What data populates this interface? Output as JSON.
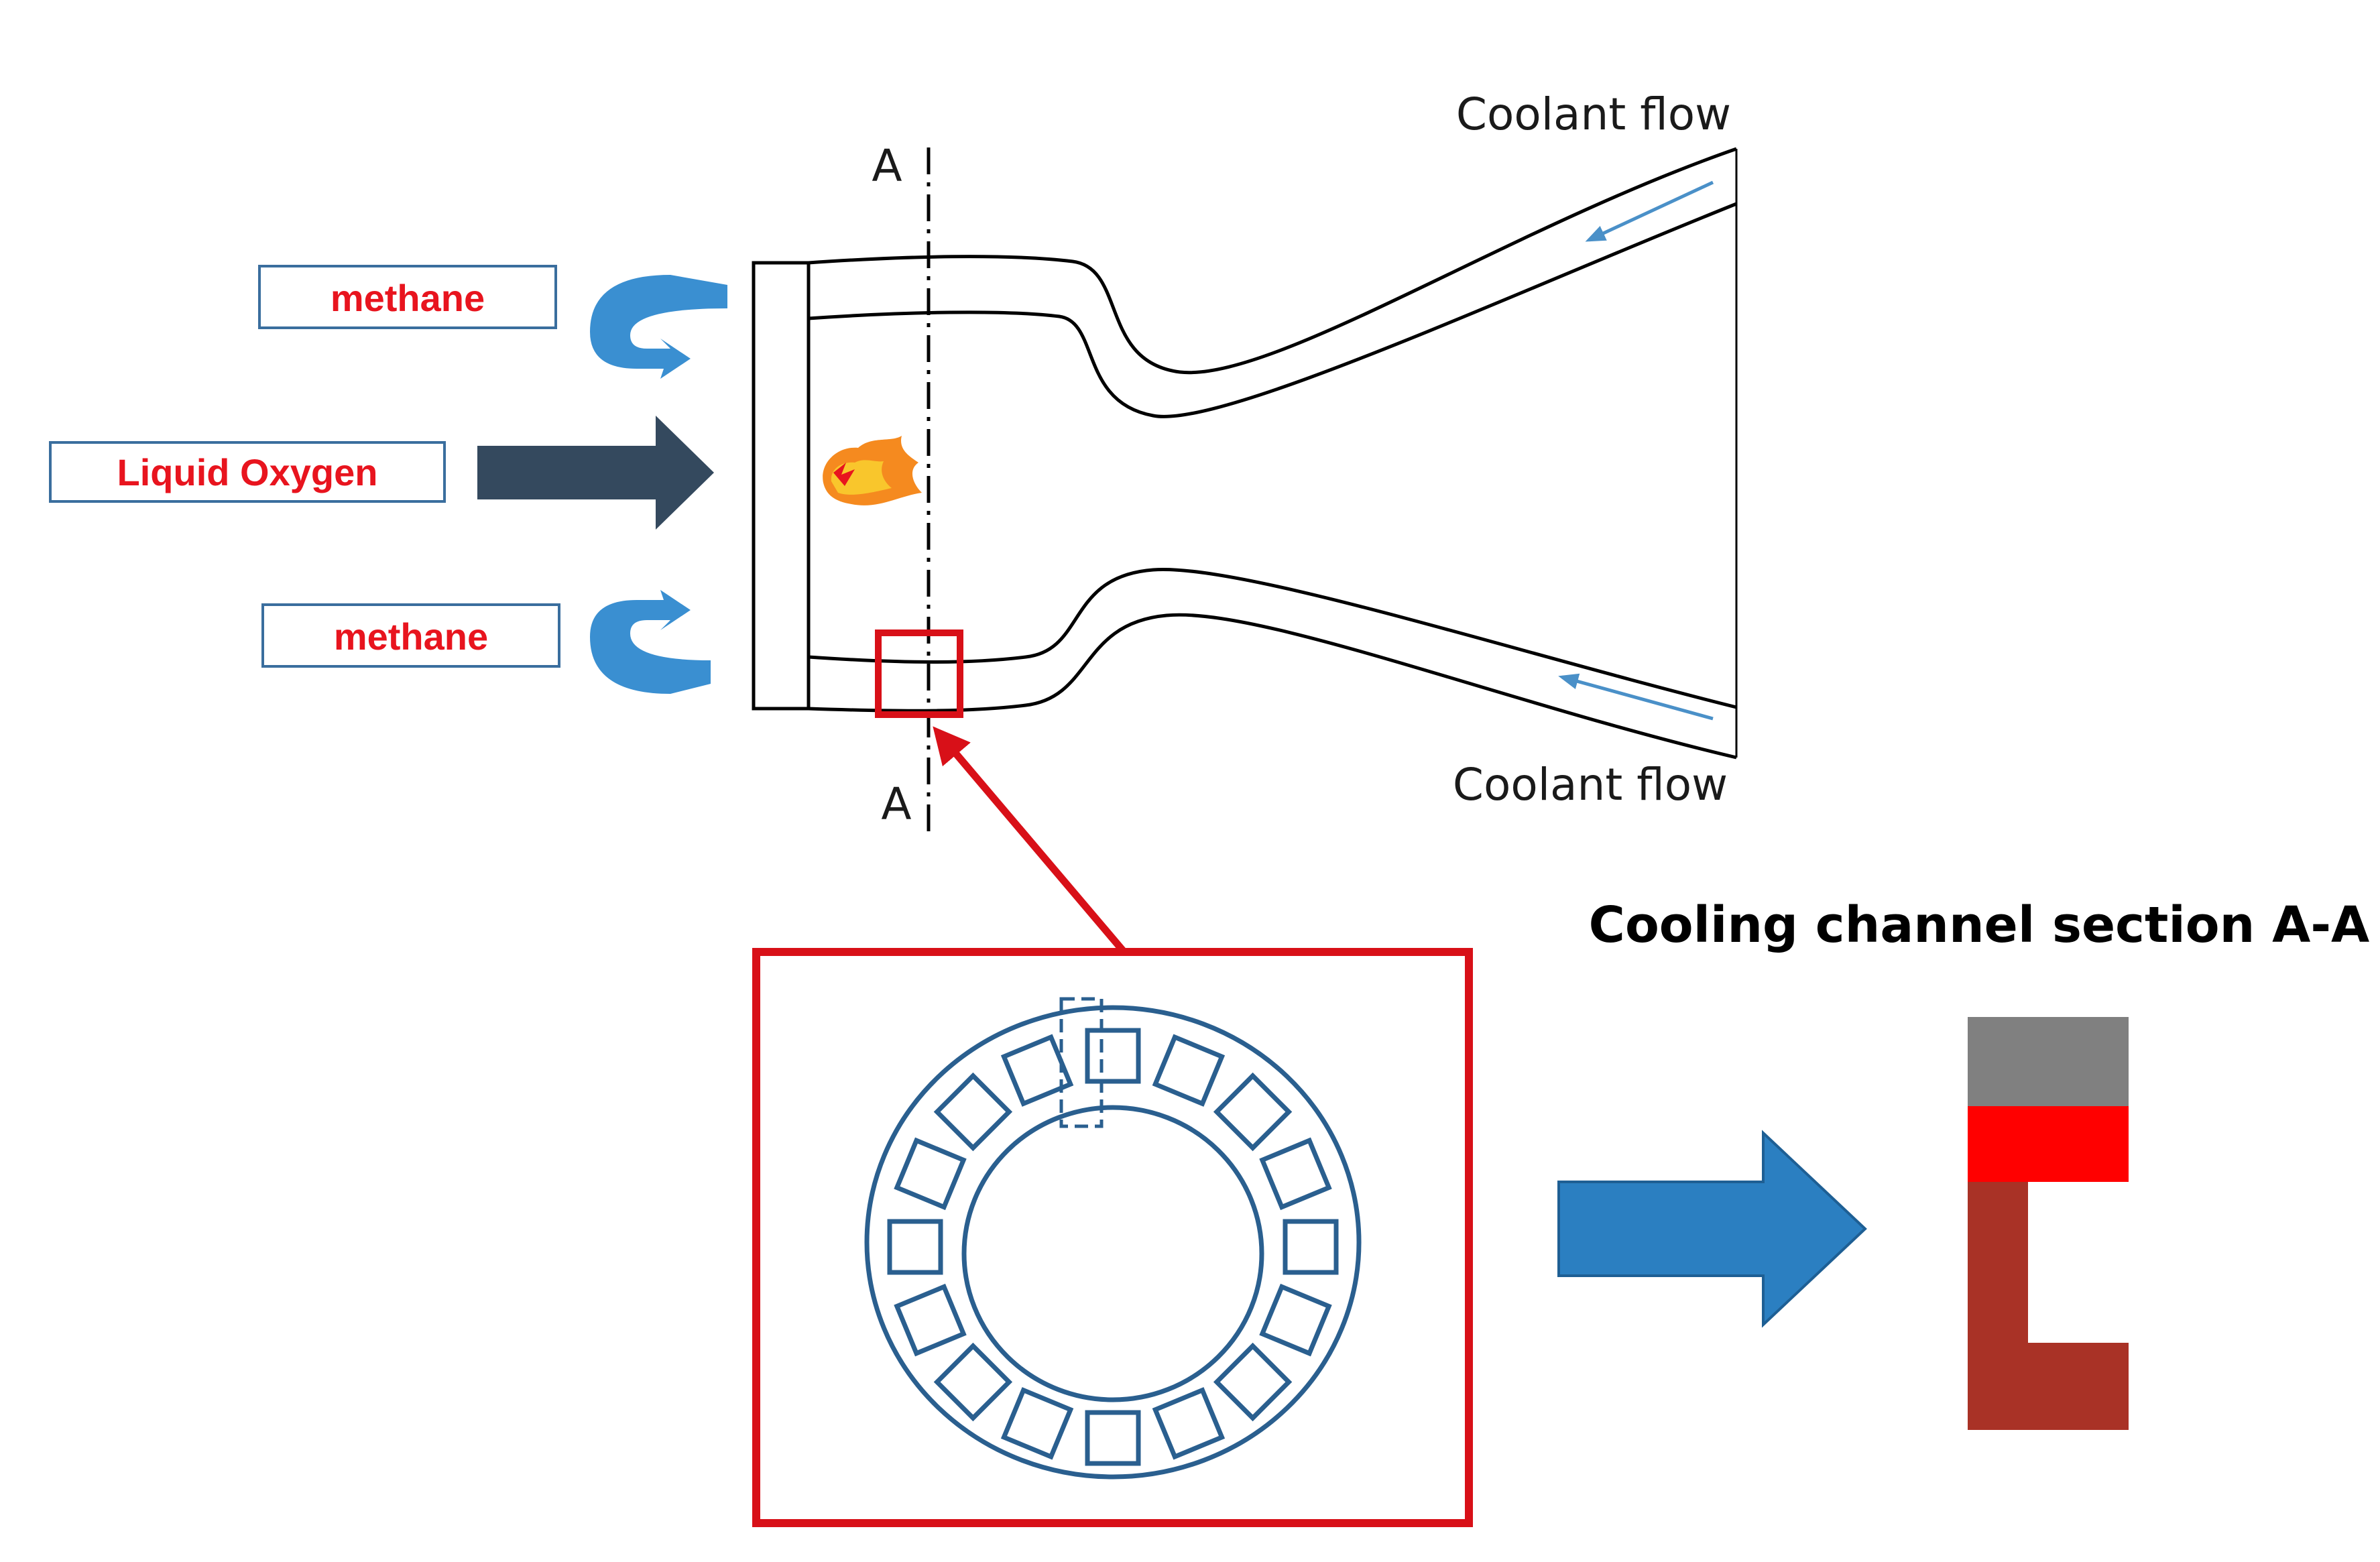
{
  "labels": {
    "fuel_top": "methane",
    "oxidizer": "Liquid Oxygen",
    "fuel_bottom": "methane",
    "coolant_top": "Coolant flow",
    "coolant_bottom": "Coolant flow",
    "section_top": "A",
    "section_bottom": "A",
    "section_title": "Cooling channel section A-A"
  },
  "colors": {
    "label_text": "#e8141e",
    "label_border": "#3a6e9e",
    "fuel_arrow": "#3a8fd1",
    "oxidizer_arrow": "#34495e",
    "coolant_arrow": "#4a90c8",
    "highlight": "#d81018",
    "channel_outline": "#2a5f8f",
    "big_arrow": "#2b7fc1",
    "layer_grey": "#808080",
    "layer_red": "#ff0000",
    "layer_brown": "#a93226"
  },
  "icons": {
    "flame": "flame-icon"
  },
  "section_layers": [
    "grey",
    "red",
    "brown"
  ],
  "channel_count": 16
}
